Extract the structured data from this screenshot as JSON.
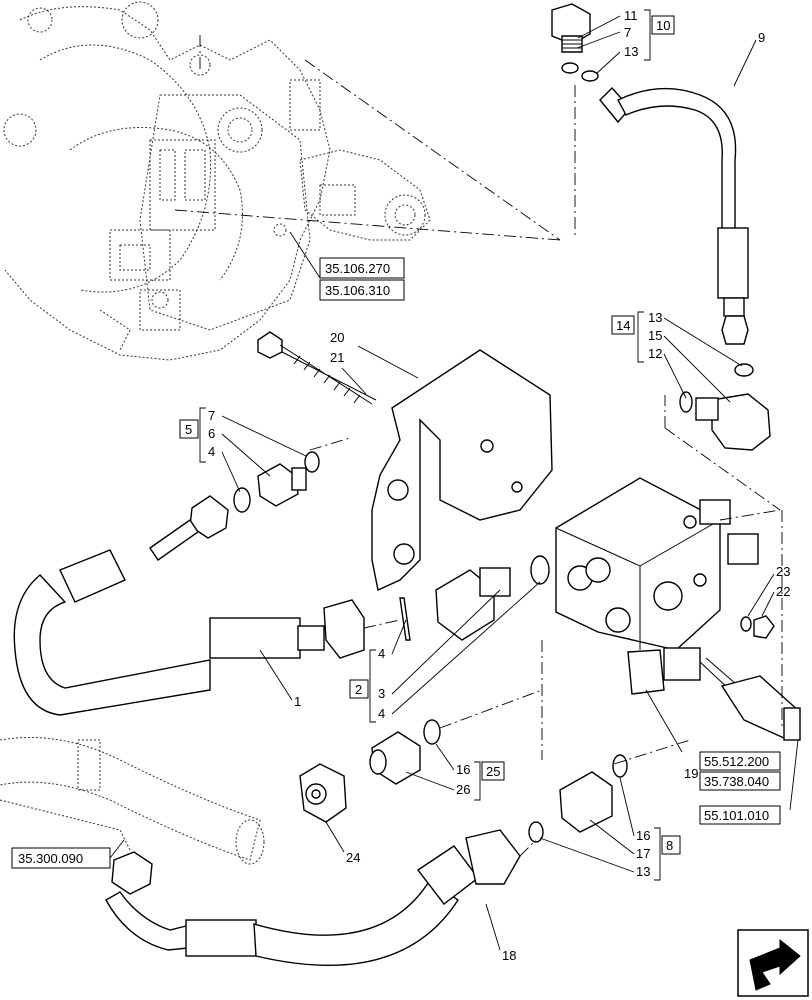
{
  "callouts": {
    "c1": "1",
    "c2": "2",
    "c3": "3",
    "c4a": "4",
    "c4b": "4",
    "c4c": "4",
    "c5": "5",
    "c6": "6",
    "c7a": "7",
    "c7b": "7",
    "c8": "8",
    "c9": "9",
    "c10": "10",
    "c11": "11",
    "c12": "12",
    "c13a": "13",
    "c13b": "13",
    "c13c": "13",
    "c14": "14",
    "c15": "15",
    "c16a": "16",
    "c16b": "16",
    "c17": "17",
    "c18": "18",
    "c19": "19",
    "c20": "20",
    "c21": "21",
    "c22": "22",
    "c23": "23",
    "c24": "24",
    "c25": "25",
    "c26": "26"
  },
  "references": {
    "r1": "35.106.270",
    "r2": "35.106.310",
    "r3": "55.512.200",
    "r4": "35.738.040",
    "r5": "55.101.010",
    "r6": "35.300.090"
  },
  "nav_icon": "next-page-arrow-icon"
}
